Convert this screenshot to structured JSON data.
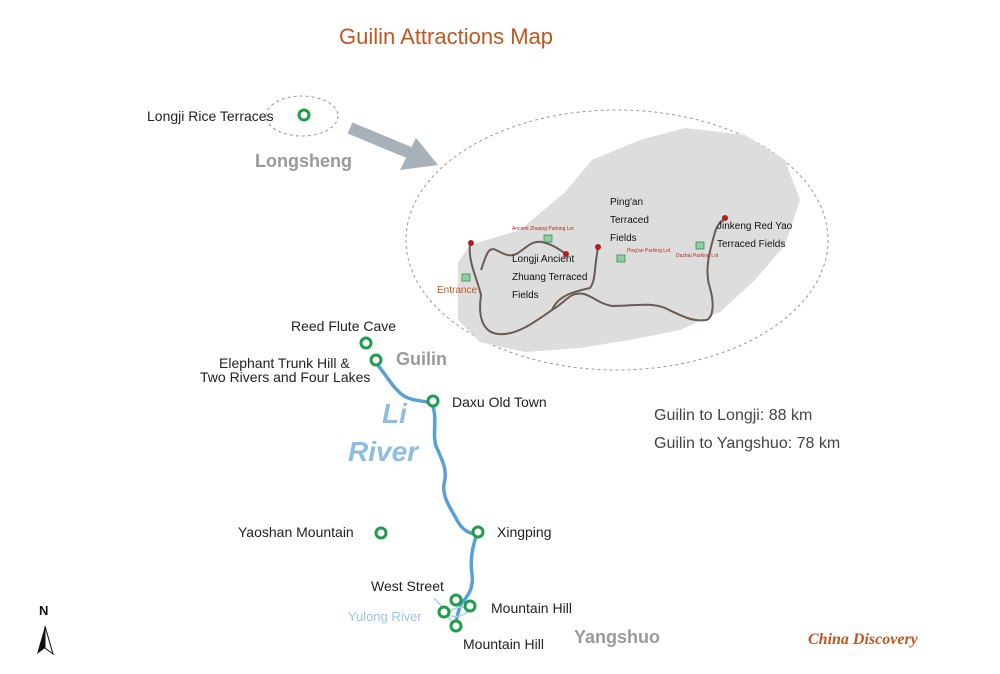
{
  "title": "Guilin Attractions Map",
  "regions": {
    "longsheng": "Longsheng",
    "guilin": "Guilin",
    "yangshuo": "Yangshuo"
  },
  "rivers": {
    "li_line1": "Li",
    "li_line2": "River",
    "yulong": "Yulong River"
  },
  "attractions": {
    "longji": "Longji Rice Terraces",
    "reed_flute": "Reed Flute Cave",
    "elephant_line1": "Elephant Trunk Hill &",
    "elephant_line2": "Two Rivers and Four Lakes",
    "daxu": "Daxu Old Town",
    "yaoshan": "Yaoshan Mountain",
    "xingping": "Xingping",
    "west_street": "West Street",
    "mountain_hill_1": "Mountain Hill",
    "mountain_hill_2": "Mountain Hill"
  },
  "inset": {
    "pingan": [
      "Ping'an",
      "Terraced",
      "Fields"
    ],
    "jinkeng": [
      "Jinkeng Red Yao",
      "Terraced Fields"
    ],
    "longji_ancient": [
      "Longji Ancient",
      "Zhuang Terraced",
      "Fields"
    ],
    "entrance": "Entrance",
    "parking": [
      "Ancient Zhuang Parking Lot",
      "Ping'an Parking Lot",
      "Dazhai Parking Lot"
    ]
  },
  "distances": [
    "Guilin to Longji: 88 km",
    "Guilin to Yangshuo: 78 km"
  ],
  "north": "N",
  "brand": "China Discovery",
  "colors": {
    "title": "#c0571f",
    "region": "#9a9a9a",
    "river": "#5aa0d8",
    "river_label": "#8fbde2",
    "marker": "#1e9e4a",
    "inset_fill": "#dddddd",
    "road": "#6b5a55"
  },
  "icons": [
    "attraction-marker-icon",
    "parking-icon",
    "poi-dot-icon",
    "north-arrow-icon",
    "direction-arrow-icon"
  ]
}
